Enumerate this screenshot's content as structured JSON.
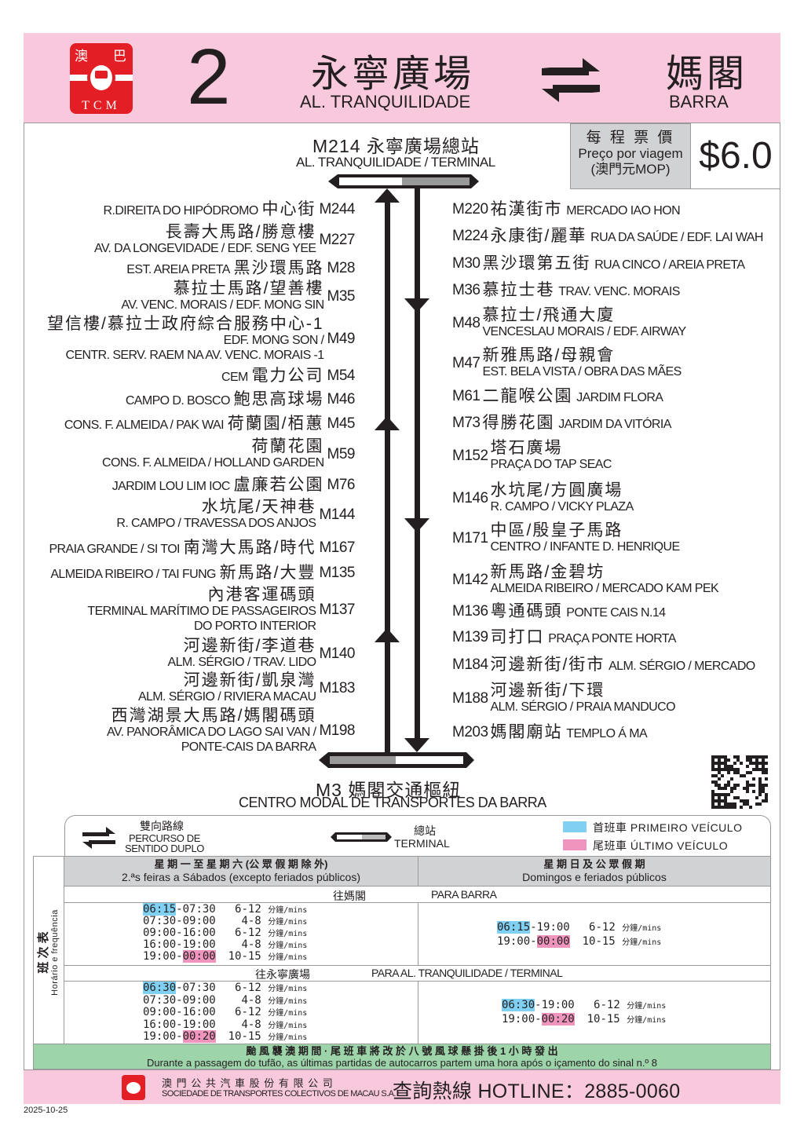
{
  "header": {
    "logo_chars": [
      "澳",
      "巴"
    ],
    "logo_text": "TCM",
    "route_number": "2",
    "origin_zh": "永寧廣場",
    "origin_pt": "AL. TRANQUILIDADE",
    "dest_zh": "媽閣",
    "dest_pt": "BARRA",
    "direction_icon": "two-way-arrows-icon"
  },
  "fare": {
    "label_zh": "每 程 票 價",
    "label_pt": "Preço por viagem",
    "currency": "(澳門元MOP)",
    "price": "$6.0"
  },
  "start_terminal": {
    "title": "M214 永寧廣場總站",
    "pt": "AL. TRANQUILIDADE / TERMINAL"
  },
  "end_terminal": {
    "title": "M3 媽閣交通樞紐",
    "pt": "CENTRO MODAL DE TRANSPORTES DA BARRA"
  },
  "stops_to_tranquilidade": [
    {
      "code": "M244",
      "inline": true,
      "pt": "R.DIREITA DO HIPÓDROMO",
      "zh": "中心街"
    },
    {
      "code": "M227",
      "zh": "長壽大馬路/勝意樓",
      "pt_lines": [
        "AV. DA LONGEVIDADE / EDF. SENG YEE"
      ]
    },
    {
      "code": "M28",
      "inline": true,
      "pt": "EST. AREIA PRETA",
      "zh": "黑沙環馬路"
    },
    {
      "code": "M35",
      "zh": "慕拉士馬路/望善樓",
      "pt_lines": [
        "AV. VENC. MORAIS / EDF. MONG SIN"
      ]
    },
    {
      "code": "M49",
      "zh": "望信樓/慕拉士政府綜合服務中心-1",
      "pt_lines": [
        "EDF. MONG SON /",
        "CENTR. SERV. RAEM NA AV. VENC. MORAIS -1"
      ]
    },
    {
      "code": "M54",
      "inline": true,
      "pt": "CEM",
      "zh": "電力公司"
    },
    {
      "code": "M46",
      "inline": true,
      "pt": "CAMPO  D. BOSCO",
      "zh": "鮑思高球場"
    },
    {
      "code": "M45",
      "inline": true,
      "pt": "CONS. F. ALMEIDA / PAK WAI",
      "zh": "荷蘭園/栢蕙"
    },
    {
      "code": "M59",
      "zh": "荷蘭花園",
      "pt_lines": [
        "CONS. F. ALMEIDA / HOLLAND GARDEN"
      ]
    },
    {
      "code": "M76",
      "inline": true,
      "pt": "JARDIM LOU LIM IOC",
      "zh": "盧廉若公園"
    },
    {
      "code": "M144",
      "zh": "水坑尾/天神巷",
      "pt_lines": [
        "R. CAMPO / TRAVESSA DOS ANJOS"
      ]
    },
    {
      "code": "M167",
      "inline": true,
      "pt": "PRAIA GRANDE / SI TOI",
      "zh": "南灣大馬路/時代"
    },
    {
      "code": "M135",
      "inline": true,
      "pt": "ALMEIDA RIBEIRO / TAI FUNG",
      "zh": "新馬路/大豐"
    },
    {
      "code": "M137",
      "zh": "內港客運碼頭",
      "pt_lines": [
        "TERMINAL MARÍTIMO DE PASSAGEIROS",
        "DO PORTO INTERIOR"
      ]
    },
    {
      "code": "M140",
      "zh": "河邊新街/李道巷",
      "pt_lines": [
        "ALM. SÉRGIO / TRAV. LIDO"
      ]
    },
    {
      "code": "M183",
      "zh": "河邊新街/凱泉灣",
      "pt_lines": [
        "ALM. SÉRGIO / RIVIERA MACAU"
      ]
    },
    {
      "code": "M198",
      "zh": "西灣湖景大馬路/媽閣碼頭",
      "pt_lines": [
        "AV. PANORÂMICA DO LAGO SAI VAN /",
        "PONTE-CAIS DA BARRA"
      ]
    }
  ],
  "stops_to_barra": [
    {
      "code": "M220",
      "inline": true,
      "zh": "祐漢街市",
      "pt": "MERCADO IAO HON"
    },
    {
      "code": "M224",
      "inline": true,
      "zh": "永康街/麗華",
      "pt": "RUA DA SAÚDE / EDF. LAI WAH"
    },
    {
      "code": "M30",
      "inline": true,
      "zh": "黑沙環第五街",
      "pt": "RUA CINCO / AREIA PRETA"
    },
    {
      "code": "M36",
      "inline": true,
      "zh": "慕拉士巷",
      "pt": "TRAV. VENC. MORAIS"
    },
    {
      "code": "M48",
      "zh": "慕拉士/飛通大廈",
      "pt_lines": [
        "VENCESLAU MORAIS / EDF. AIRWAY"
      ]
    },
    {
      "code": "M47",
      "zh": "新雅馬路/母親會",
      "pt_lines": [
        "EST. BELA VISTA / OBRA DAS MÃES"
      ]
    },
    {
      "code": "M61",
      "inline": true,
      "zh": "二龍喉公園",
      "pt": "JARDIM FLORA"
    },
    {
      "code": "M73",
      "inline": true,
      "zh": "得勝花園",
      "pt": "JARDIM DA VITÓRIA"
    },
    {
      "code": "M152",
      "zh": "塔石廣場",
      "pt_lines": [
        "PRAÇA DO TAP SEAC"
      ]
    },
    {
      "code": "M146",
      "zh": "水坑尾/方圓廣場",
      "pt_lines": [
        "R. CAMPO / VICKY PLAZA"
      ]
    },
    {
      "code": "M171",
      "zh": "中區/殷皇子馬路",
      "pt_lines": [
        "CENTRO / INFANTE D. HENRIQUE"
      ]
    },
    {
      "code": "M142",
      "zh": "新馬路/金碧坊",
      "pt_lines": [
        "ALMEIDA RIBEIRO / MERCADO KAM PEK"
      ]
    },
    {
      "code": "M136",
      "inline": true,
      "zh": "粵通碼頭",
      "pt": "PONTE CAIS N.14"
    },
    {
      "code": "M139",
      "inline": true,
      "zh": "司打口",
      "pt": "PRAÇA PONTE HORTA"
    },
    {
      "code": "M184",
      "inline": true,
      "zh": "河邊新街/街市",
      "pt": "ALM. SÉRGIO / MERCADO"
    },
    {
      "code": "M188",
      "zh": "河邊新街/下環",
      "pt_lines": [
        "ALM. SÉRGIO / PRAIA MANDUCO"
      ]
    },
    {
      "code": "M203",
      "inline": true,
      "zh": "媽閣廟站",
      "pt": "TEMPLO Á MA"
    }
  ],
  "legend": {
    "two_way_zh": "雙向路線",
    "two_way_pt1": "PERCURSO DE",
    "two_way_pt2": "SENTIDO DUPLO",
    "terminal_zh": "總站",
    "terminal_pt": "TERMINAL",
    "first_label": "首班車 PRIMEIRO VEÍCULO",
    "last_label": "尾班車 ÚLTIMO VEÍCULO",
    "first_color": "#7fd0f2",
    "last_color": "#ee94bd"
  },
  "timetable": {
    "side_zh": "班 次 表",
    "side_pt": "Horário e frequência",
    "weekday_zh": "星 期 一 至 星 期 六 (公 眾 假 期 除 外)",
    "weekday_pt": "2.ªs feiras a Sábados (excepto feriados públicos)",
    "holiday_zh": "星 期 日 及 公 眾 假 期",
    "holiday_pt": "Domingos e feriados públicos",
    "unit": "分鐘/mins",
    "directions": [
      {
        "zh": "往媽閣",
        "pt": "PARA BARRA",
        "weekday": [
          {
            "start": "06:15",
            "end": "07:30",
            "freq": "6-12",
            "first": true
          },
          {
            "start": "07:30",
            "end": "09:00",
            "freq": "4-8"
          },
          {
            "start": "09:00",
            "end": "16:00",
            "freq": "6-12"
          },
          {
            "start": "16:00",
            "end": "19:00",
            "freq": "4-8"
          },
          {
            "start": "19:00",
            "end": "00:00",
            "freq": "10-15",
            "last": true
          }
        ],
        "holiday": [
          {
            "start": "06:15",
            "end": "19:00",
            "freq": "6-12",
            "first": true
          },
          {
            "start": "19:00",
            "end": "00:00",
            "freq": "10-15",
            "last": true
          }
        ]
      },
      {
        "zh": "往永寧廣場",
        "pt": "PARA  AL. TRANQUILIDADE / TERMINAL",
        "weekday": [
          {
            "start": "06:30",
            "end": "07:30",
            "freq": "6-12",
            "first": true
          },
          {
            "start": "07:30",
            "end": "09:00",
            "freq": "4-8"
          },
          {
            "start": "09:00",
            "end": "16:00",
            "freq": "6-12"
          },
          {
            "start": "16:00",
            "end": "19:00",
            "freq": "4-8"
          },
          {
            "start": "19:00",
            "end": "00:20",
            "freq": "10-15",
            "last": true
          }
        ],
        "holiday": [
          {
            "start": "06:30",
            "end": "19:00",
            "freq": "6-12",
            "first": true
          },
          {
            "start": "19:00",
            "end": "00:20",
            "freq": "10-15",
            "last": true
          }
        ]
      }
    ]
  },
  "typhoon": {
    "zh": "颱 風 襲 澳 期 間 · 尾 班 車 將 改 於 八 號 風 球 懸 掛 後 1 小 時 發 出",
    "pt": "Durante a passagem do tufão, as últimas partidas de autocarros partem uma hora após o içamento do sinal n.º 8",
    "color": "#9dd4a9"
  },
  "footer": {
    "company_zh": "澳 門 公 共 汽 車 股 份 有 限 公 司",
    "company_pt": "SOCIEDADE DE TRANSPORTES COLECTIVOS DE MACAU S.A.",
    "hotline": "查詢熱線 HOTLINE：2885-0060",
    "brand_color": "#f8c8dc"
  },
  "date": "2025-10-25"
}
